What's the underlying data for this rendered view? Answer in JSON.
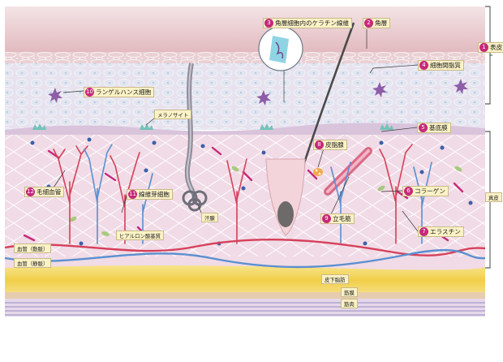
{
  "labels": {
    "hyohi": {
      "num": "1",
      "text": "表皮"
    },
    "kakuso": {
      "num": "2",
      "text": "角層"
    },
    "keratin": {
      "num": "3",
      "text": "角層細胞内のケラチン線維"
    },
    "saibokan": {
      "num": "4",
      "text": "細胞間脂質"
    },
    "kiteimaku": {
      "num": "5",
      "text": "基底膜"
    },
    "collagen": {
      "num": "6",
      "text": "コラーゲン"
    },
    "elastin": {
      "num": "7",
      "text": "エラスチン"
    },
    "hishisen": {
      "num": "8",
      "text": "皮脂腺"
    },
    "rimokin": {
      "num": "9",
      "text": "立毛筋"
    },
    "langerhans": {
      "num": "10",
      "text": "ランゲルハンス細胞"
    },
    "sensei": {
      "num": "11",
      "text": "線維芽細胞"
    },
    "mousai": {
      "num": "12",
      "text": "毛細血管"
    }
  },
  "tags": {
    "melanocyte": "メラノサイト",
    "kansen": "汗腺",
    "hyaluron": "ヒアルロン酸基質",
    "doumyaku": "血管（動脈）",
    "joumyaku": "血管（静脈）",
    "shinpi": "真皮",
    "hika": "皮下脂肪",
    "kinmaku": "筋膜",
    "kinniku": "筋肉"
  },
  "colors": {
    "accent": "#c6287a",
    "label_bg": "#fbf2c6",
    "artery": "#d6405a",
    "vein": "#5b8fd0",
    "fat": "#f2d35a",
    "dermis": "#f1dbe6",
    "epidermis": "#e9e0ee"
  }
}
